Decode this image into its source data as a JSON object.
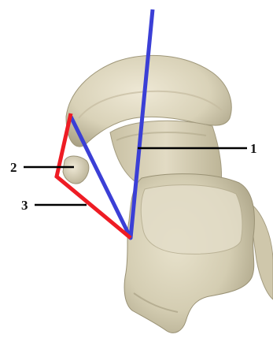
{
  "labels": {
    "one": "1",
    "two": "2",
    "three": "3"
  },
  "colors": {
    "blue_line": "#3b3fd6",
    "red_line": "#ee1c24",
    "leader_line": "#000000",
    "bone_fill": "#ddd6bd",
    "bone_shadow": "#b3ab90",
    "bone_highlight": "#ece6d2"
  }
}
